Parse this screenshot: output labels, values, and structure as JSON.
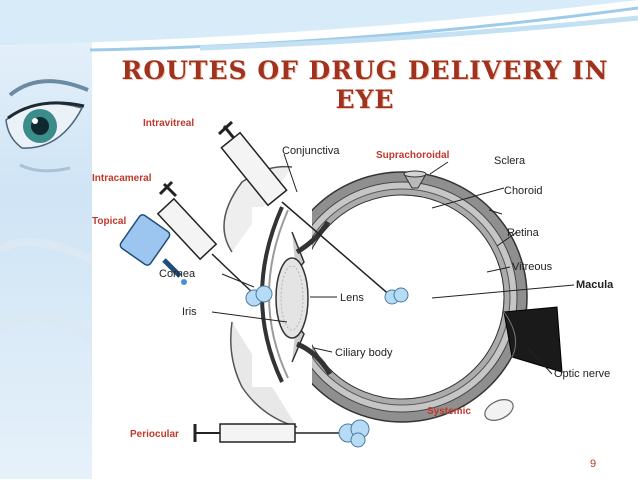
{
  "slide": {
    "title": "ROUTES OF DRUG DELIVERY IN EYE",
    "page_number": "9"
  },
  "routes": {
    "intravitreal": "Intravitreal",
    "intracameral": "Intracameral",
    "topical": "Topical",
    "suprachoroidal": "Suprachoroidal",
    "systemic": "Systemic",
    "periocular": "Periocular"
  },
  "anatomy": {
    "conjunctiva": "Conjunctiva",
    "sclera": "Sclera",
    "choroid": "Choroid",
    "retina": "Retina",
    "vitreous": "Vitreous",
    "macula": "Macula",
    "optic_nerve": "Optic nerve",
    "cornea": "Cornea",
    "iris": "Iris",
    "lens": "Lens",
    "ciliary_body": "Ciliary body"
  },
  "colors": {
    "title": "#a0321e",
    "route_label": "#c0392b",
    "page_number": "#c0392b",
    "background_band": "#cfe4f5"
  }
}
